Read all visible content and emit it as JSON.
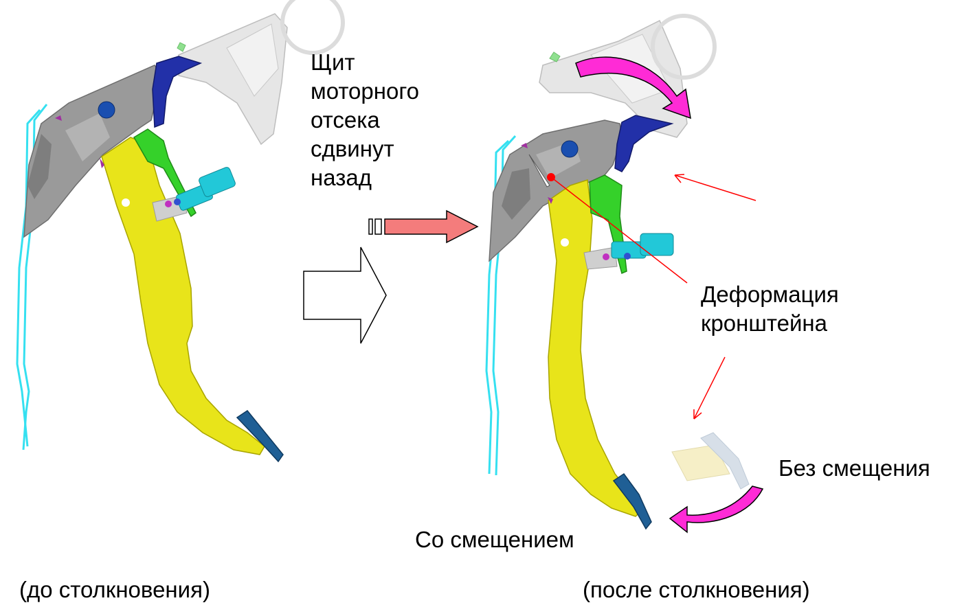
{
  "labels": {
    "firewall": [
      "Щит",
      "моторного",
      "отсека",
      "сдвинут",
      "назад"
    ],
    "deformation": [
      "Деформация",
      "кронштейна"
    ],
    "no_displacement": "Без смещения",
    "with_displacement": "Со смещением",
    "before_caption": "(до столкновения)",
    "after_caption": "(после столкновения)"
  },
  "colors": {
    "pedal": "#e8e41a",
    "pedal_edge": "#a8a400",
    "bracket": "#9a9a9a",
    "bracket_dark": "#6e6e6e",
    "firewall": "#e6e6e6",
    "blue_part": "#2230a8",
    "green_part": "#35d12a",
    "cyan_part": "#22c8d8",
    "cyan_line": "#35e0f0",
    "pad": "#1f5f95",
    "magenta_arrow": "#ff2bd6",
    "salmon_arrow": "#f47c7c",
    "leader_line": "#ff0000"
  },
  "icons": [
    "hollow-right-arrow-icon",
    "salmon-right-arrow-icon",
    "magenta-curved-arrow-icon"
  ]
}
